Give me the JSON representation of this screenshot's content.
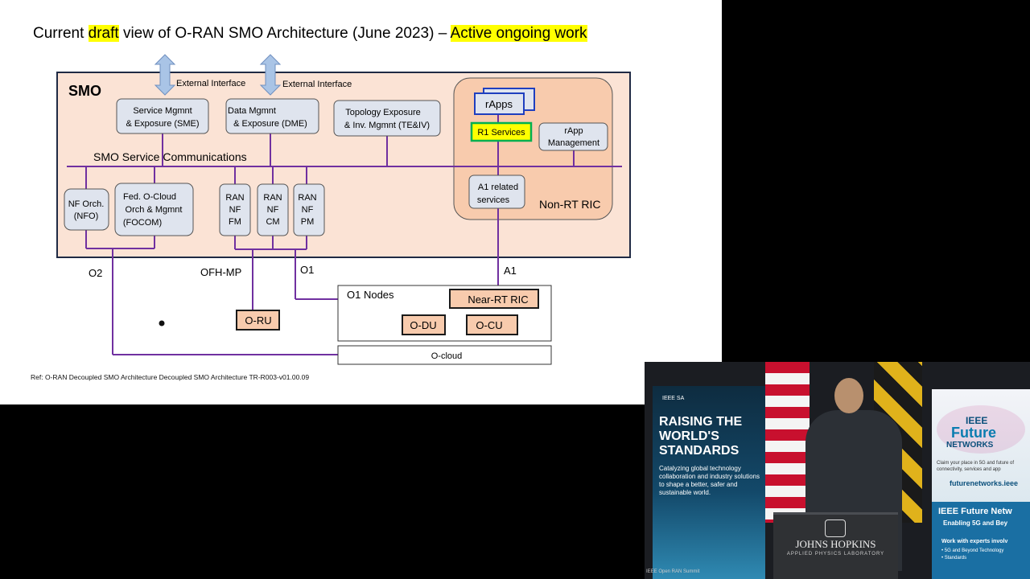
{
  "slide": {
    "title_part1": "Current ",
    "title_draft": "draft",
    "title_part2": " view of O-RAN SMO Architecture (June 2023) – ",
    "title_active": "Active ongoing work",
    "reference": "Ref: O-RAN Decoupled SMO Architecture Decoupled SMO Architecture TR-R003-v01.00.09"
  },
  "diagram": {
    "smo_label": "SMO",
    "external_interface_1": "External Interface",
    "external_interface_2": "External Interface",
    "sme_line1": "Service Mgmnt",
    "sme_line2": "& Exposure (SME)",
    "dme_line1": "Data Mgmnt",
    "dme_line2": "& Exposure (DME)",
    "teiv_line1": "Topology Exposure",
    "teiv_line2": "& Inv. Mgmnt (TE&IV)",
    "rapps": "rApps",
    "r1_services": "R1 Services",
    "rapp_mgmt_line1": "rApp",
    "rapp_mgmt_line2": "Management",
    "bus_label": "SMO Service Communications",
    "nfo_line1": "NF Orch.",
    "nfo_line2": "(NFO)",
    "focom_line1": "Fed. O-Cloud",
    "focom_line2": "Orch & Mgmnt",
    "focom_line3": "(FOCOM)",
    "fm_line1": "RAN",
    "fm_line2": "NF",
    "fm_line3": "FM",
    "cm_line1": "RAN",
    "cm_line2": "NF",
    "cm_line3": "CM",
    "pm_line1": "RAN",
    "pm_line2": "NF",
    "pm_line3": "PM",
    "a1_line1": "A1 related",
    "a1_line2": "services",
    "nonrt_ric": "Non-RT RIC",
    "o2": "O2",
    "ofh_mp": "OFH-MP",
    "o1": "O1",
    "a1": "A1",
    "o1_nodes": "O1 Nodes",
    "near_rt_ric": "Near-RT RIC",
    "o_ru": "O-RU",
    "o_du": "O-DU",
    "o_cu": "O-CU",
    "o_cloud": "O-cloud"
  },
  "video": {
    "left_brand": "IEEE SA",
    "left_headline": "RAISING THE WORLD'S STANDARDS",
    "left_sub": "Catalyzing global technology collaboration and industry solutions to shape a better, safer and sustainable world.",
    "podium_name": "JOHNS HOPKINS",
    "podium_sub": "APPLIED PHYSICS LABORATORY",
    "right_ieee": "IEEE",
    "right_future": "Future",
    "right_networks": "NETWORKS",
    "right_sub": "Claim your place in 5G and future of connectivity, services and app",
    "right_url": "futurenetworks.ieee",
    "right_band_head": "IEEE Future Netw",
    "right_band_sub": "Enabling 5G and Bey",
    "right_band_work": "Work with experts involv",
    "right_bullet1": "• 5G and Beyond Technology",
    "right_bullet2": "• Standards",
    "caption": "IEEE Open RAN Summit"
  },
  "colors": {
    "smo_fill": "#fbe3d5",
    "box_fill": "#dfe4ee",
    "bus": "#7030a0",
    "highlight": "#ffff00",
    "r1_border": "#00b050",
    "node_fill": "#f8cbad",
    "arrow_fill": "#a9c4e6"
  }
}
